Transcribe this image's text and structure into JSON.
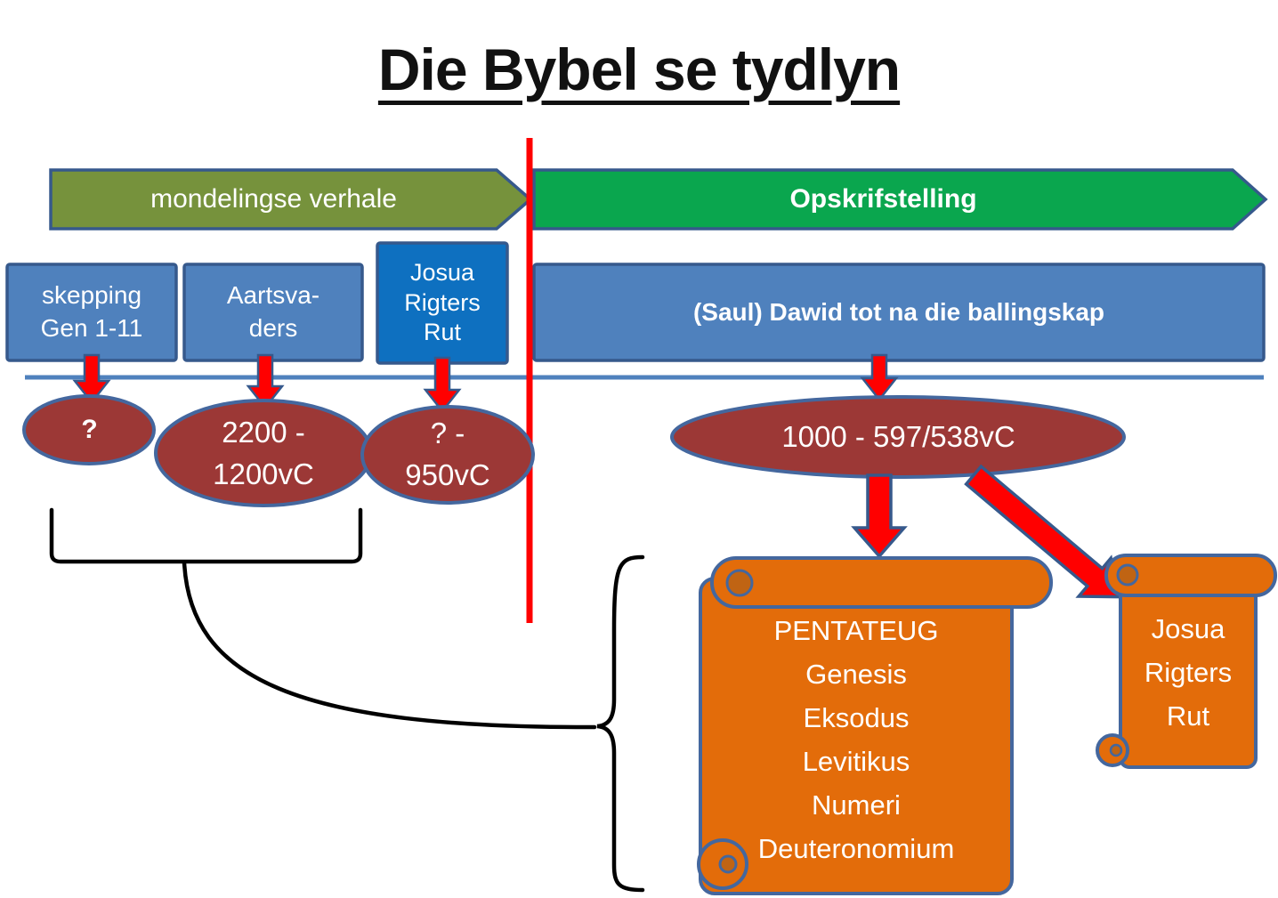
{
  "title": "Die Bybel se tydlyn",
  "banners": {
    "oral": {
      "label": "mondelingse verhale",
      "color": "#76923c"
    },
    "written": {
      "label": "Opskrifstelling",
      "color": "#0aa64e"
    }
  },
  "period_boxes": {
    "skepping": {
      "label": "skepping\nGen 1-11",
      "color": "#4f81bd"
    },
    "aartsvaders": {
      "label": "Aartsva-\nders",
      "color": "#4f81bd"
    },
    "josua": {
      "label": "Josua\nRigters\nRut",
      "color": "#0e70c0"
    },
    "saul_dawid": {
      "label": "(Saul) Dawid tot na die ballingskap",
      "color": "#4f81bd"
    }
  },
  "date_ellipses": {
    "skepping": {
      "label": "?",
      "color": "#9c3836"
    },
    "aartsvaders": {
      "label": "2200 -\n1200vC",
      "color": "#9c3836"
    },
    "josua": {
      "label": "? -\n950vC",
      "color": "#9c3836"
    },
    "saul_dawid": {
      "label": "1000 - 597/538vC",
      "color": "#9c3836"
    }
  },
  "scrolls": [
    {
      "id": "pentateug",
      "lines": [
        "PENTATEUG",
        "Genesis",
        "Eksodus",
        "Levitikus",
        "Numeri",
        "Deuteronomium"
      ],
      "color": "#e36c0a"
    },
    {
      "id": "josua-rigters-rut",
      "lines": [
        "Josua",
        "Rigters",
        "Rut"
      ],
      "color": "#e36c0a"
    }
  ],
  "colors": {
    "arrow_red": "#ff0000",
    "divider_red": "#ff0000",
    "timeline_blue": "#4f81bd",
    "shape_border_blue": "#36598c",
    "ellipse_border_blue": "#44679e",
    "scroll_curl_orange": "#c06413",
    "bracket_black": "#000000"
  }
}
